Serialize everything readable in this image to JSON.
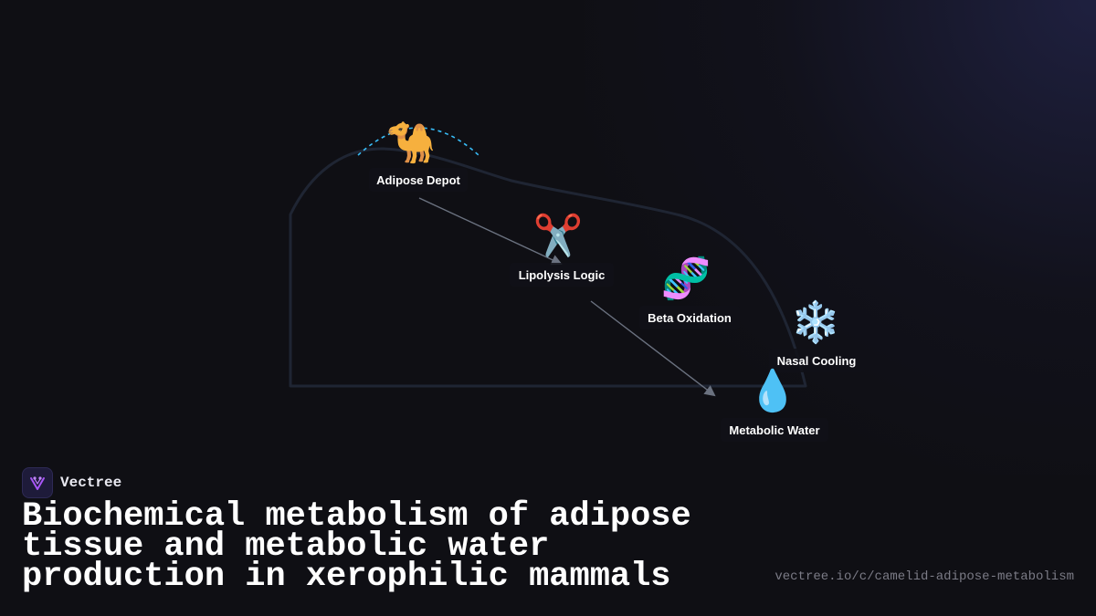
{
  "brand": {
    "name": "Vectree"
  },
  "title": "Biochemical metabolism of adipose tissue and metabolic water production in xerophilic mammals",
  "url": "vectree.io/c/camelid-adipose-metabolism",
  "colors": {
    "background": "#0f0f14",
    "outline": "#1f2533",
    "arrow": "#6b7280",
    "hump_dash": "#38bdf8",
    "label_bg": "#111118",
    "brand_accent": "#a855f7"
  },
  "diagram": {
    "nodes": [
      {
        "id": "adipose-depot",
        "icon": "🐪",
        "icon_name": "camel-icon",
        "label": "Adipose Depot"
      },
      {
        "id": "lipolysis-logic",
        "icon": "✂️",
        "icon_name": "scissors-icon",
        "label": "Lipolysis Logic"
      },
      {
        "id": "beta-oxidation",
        "icon": "🧬",
        "icon_name": "dna-icon",
        "label": "Beta Oxidation"
      },
      {
        "id": "nasal-cooling",
        "icon": "❄️",
        "icon_name": "snowflake-icon",
        "label": "Nasal Cooling"
      },
      {
        "id": "metabolic-water",
        "icon": "💧",
        "icon_name": "water-drop-icon",
        "label": "Metabolic Water"
      }
    ],
    "edges": [
      {
        "from": "adipose-depot",
        "to": "lipolysis-logic"
      },
      {
        "from": "lipolysis-logic",
        "to": "metabolic-water"
      }
    ]
  }
}
